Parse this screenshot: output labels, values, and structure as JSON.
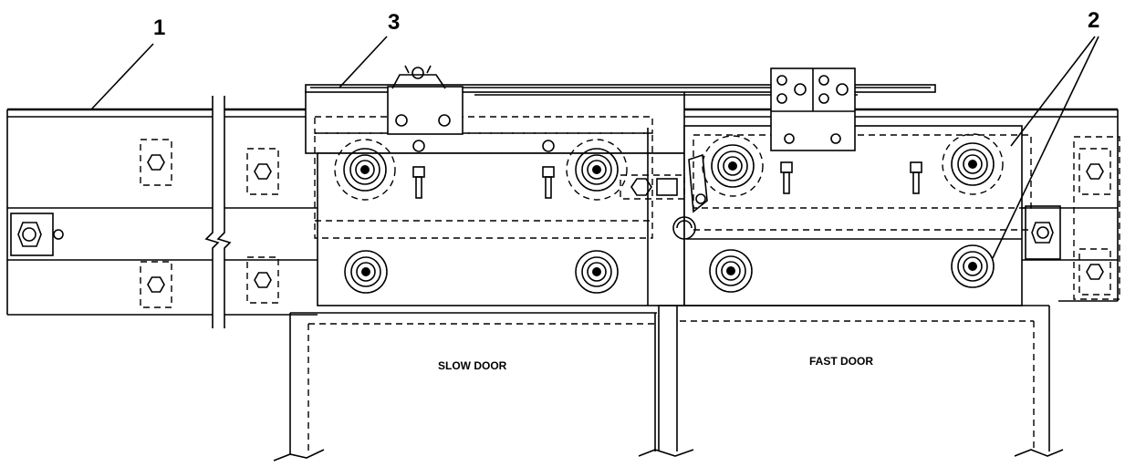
{
  "callouts": [
    "1",
    "3",
    "2"
  ],
  "doors": {
    "slow": "SLOW DOOR",
    "fast": "FAST DOOR"
  },
  "icons": {
    "roller": "roller-wheel-icon",
    "hex_bolt": "hex-bolt-icon",
    "break_mark": "break-line-icon"
  }
}
